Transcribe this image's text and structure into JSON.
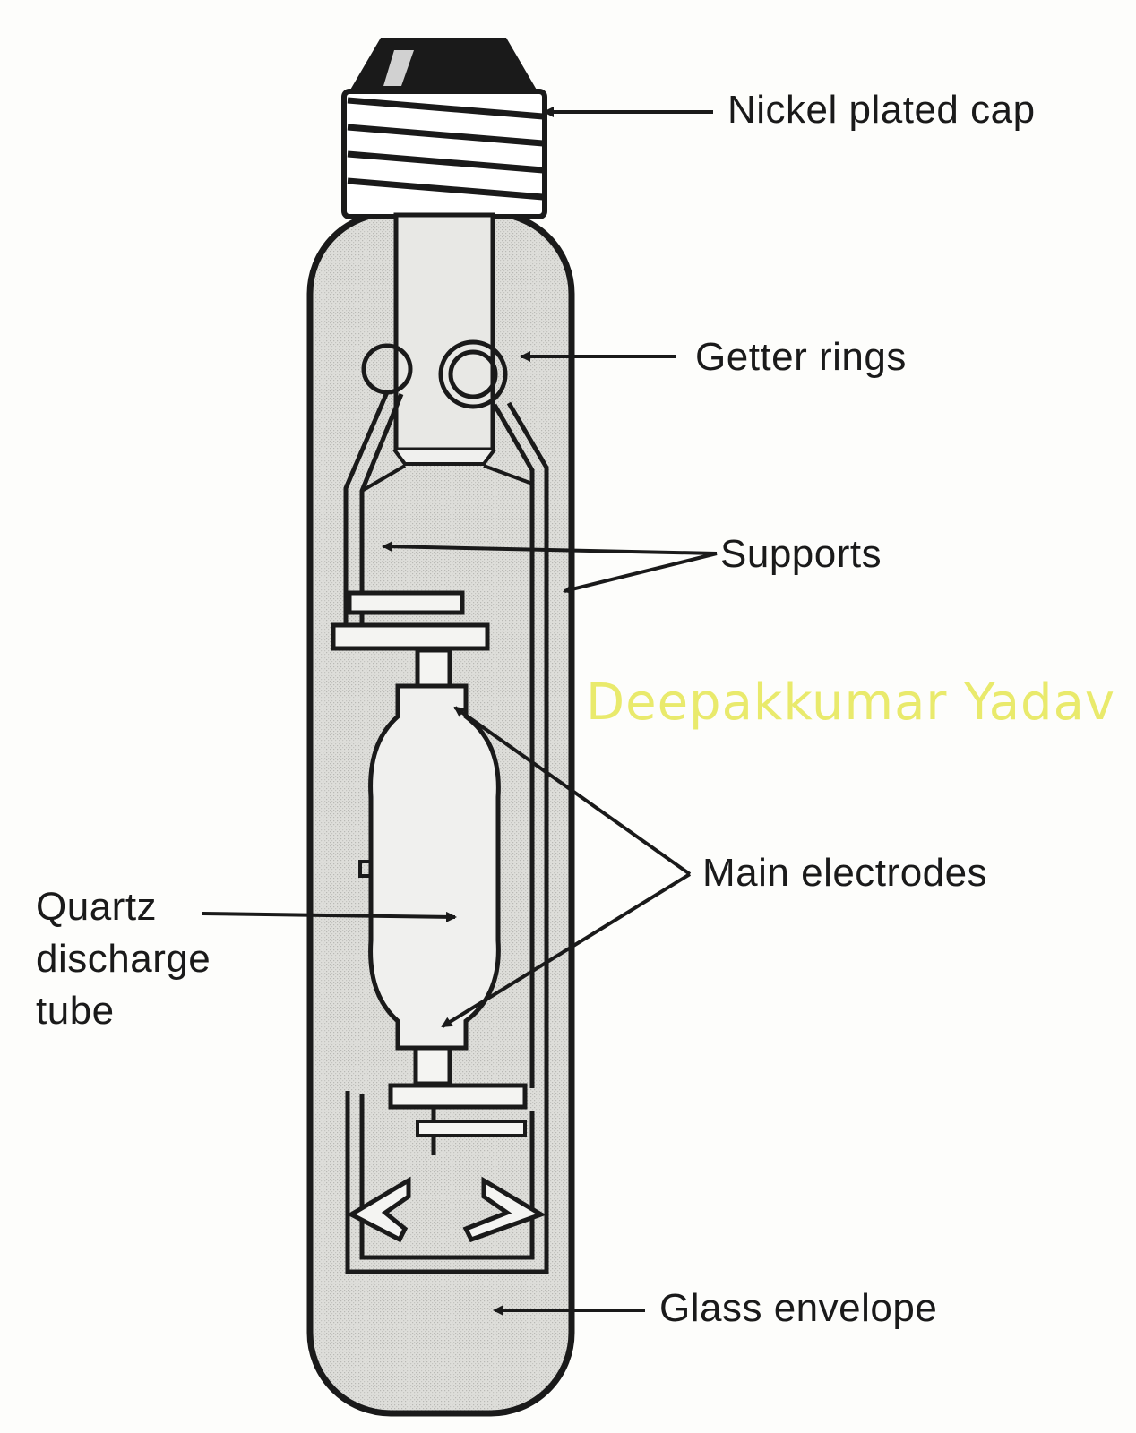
{
  "diagram": {
    "labels": {
      "cap": "Nickel plated cap",
      "getter": "Getter rings",
      "supports": "Supports",
      "electrodes": "Main electrodes",
      "quartz": [
        "Quartz",
        "discharge",
        "tube"
      ],
      "glass": "Glass envelope"
    },
    "watermark": "Deepakkumar Yadav"
  },
  "colors": {
    "ink": "#1a1a1a",
    "glass_fill": "#dcdcd8",
    "inner_fill": "#ececea",
    "watermark": "#e9ea6c"
  }
}
